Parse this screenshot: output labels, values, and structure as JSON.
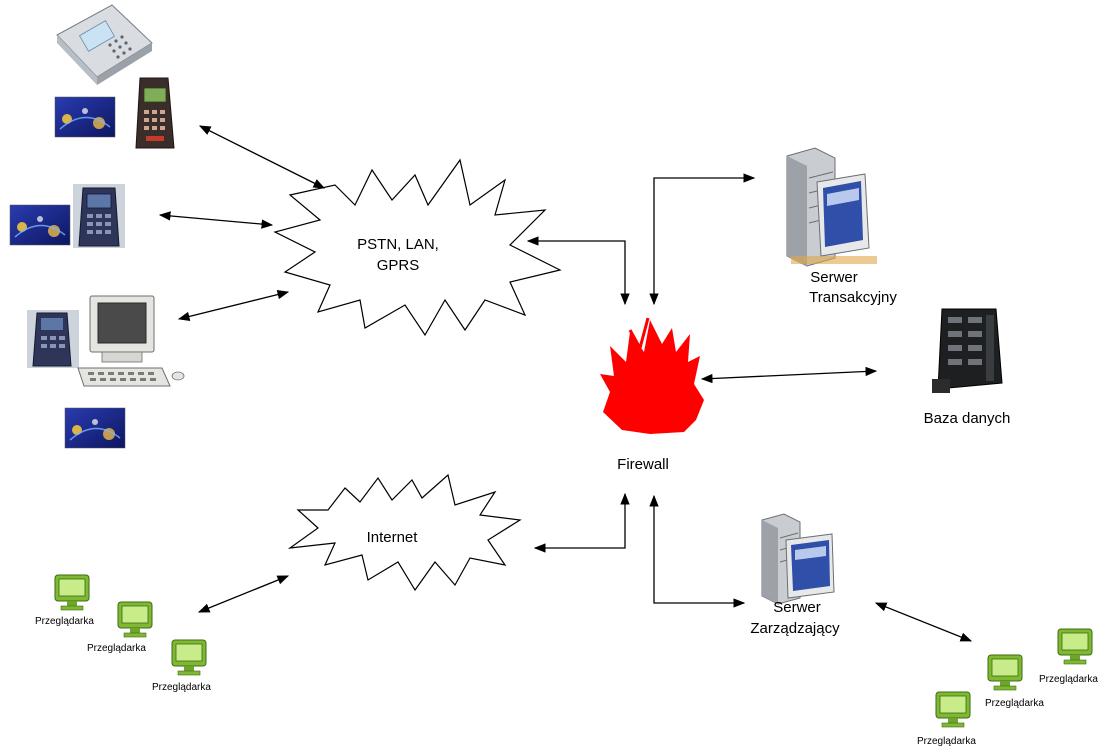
{
  "network": {
    "pstn_label": [
      "PSTN, LAN,",
      "GPRS"
    ],
    "internet_label": "Internet"
  },
  "firewall": {
    "label": "Firewall"
  },
  "servers": {
    "transaction_label": [
      "Serwer",
      "Transakcyjny"
    ],
    "database_label": "Baza danych",
    "management_label": [
      "Serwer",
      "Zarządzający"
    ]
  },
  "browsers": {
    "label": "Przeglądarka"
  },
  "colors": {
    "firewall_red": "#ff0000",
    "monitor_green": "#9ccf3c",
    "card_blue": "#1b2a8c",
    "arrow": "#000000"
  },
  "icons": {
    "phone": "phone-icon",
    "card": "payment-card-icon",
    "pos": "pos-terminal-icon",
    "pc": "desktop-pc-icon",
    "server": "server-icon",
    "database": "database-rack-icon",
    "browser": "browser-monitor-icon",
    "firewall": "firewall-flame-icon",
    "cloud": "network-cloud-icon"
  }
}
